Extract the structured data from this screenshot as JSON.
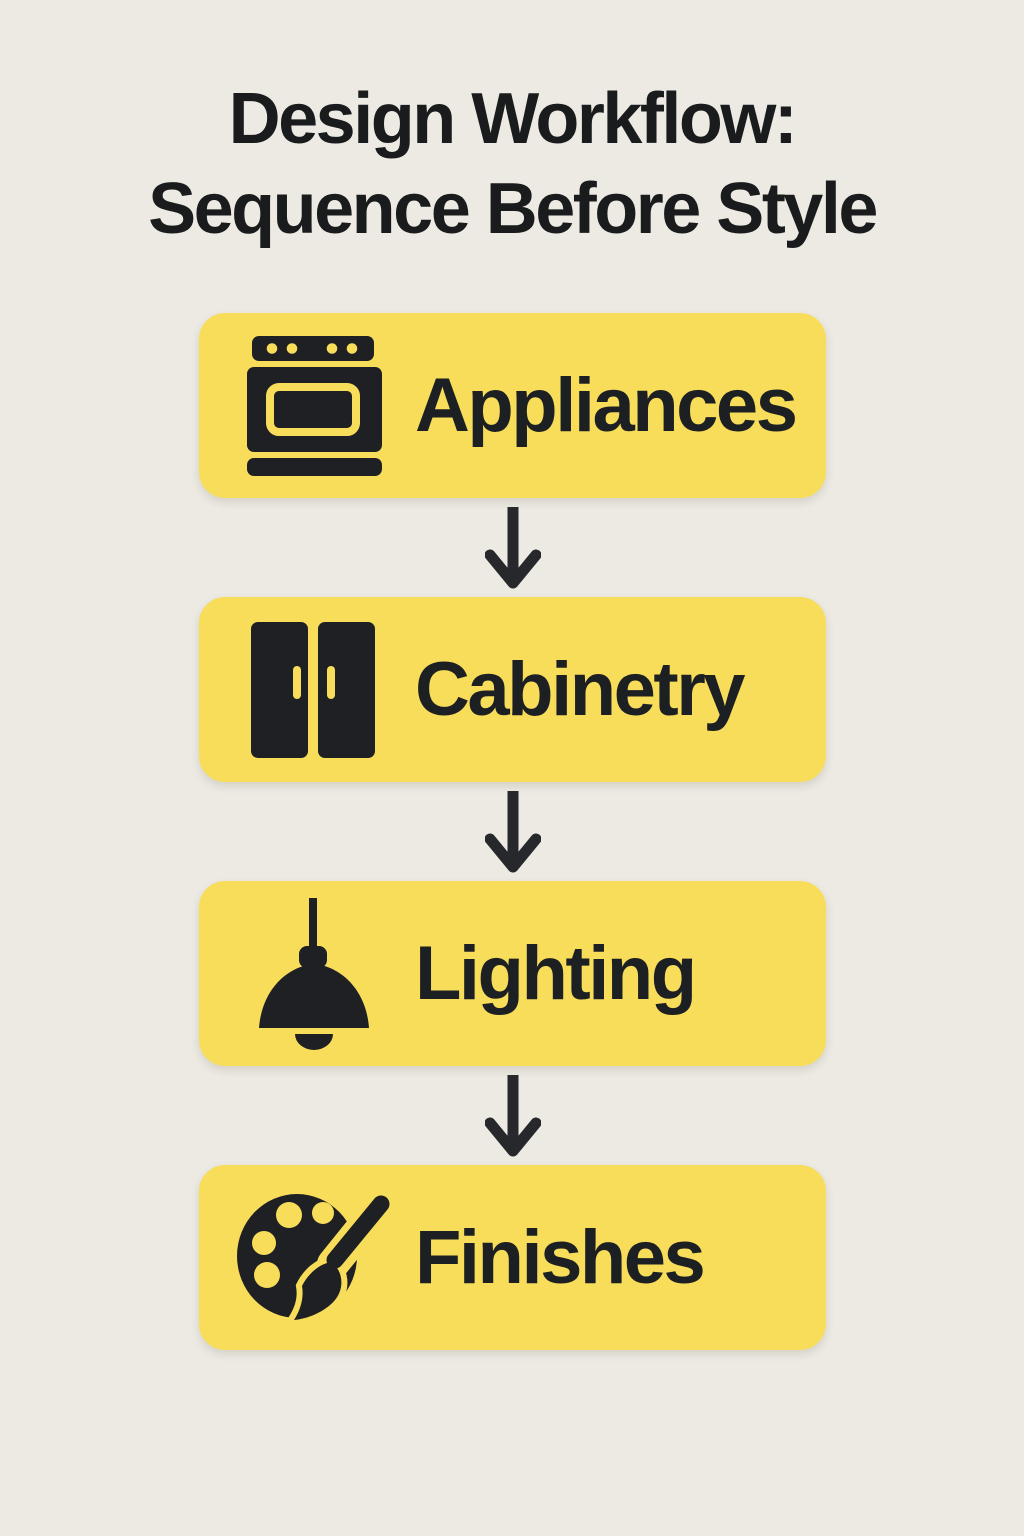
{
  "title": {
    "line1": "Design Workflow:",
    "line2": "Sequence Before Style"
  },
  "colors": {
    "background": "#ECEAE3",
    "card_yellow": "#F8DD5B",
    "ink": "#1E2023"
  },
  "flow": {
    "connector_icon": "down-arrow-icon",
    "steps": [
      {
        "label": "Appliances",
        "icon": "oven-icon"
      },
      {
        "label": "Cabinetry",
        "icon": "cabinet-icon"
      },
      {
        "label": "Lighting",
        "icon": "pendant-light-icon"
      },
      {
        "label": "Finishes",
        "icon": "paint-palette-icon"
      }
    ]
  }
}
